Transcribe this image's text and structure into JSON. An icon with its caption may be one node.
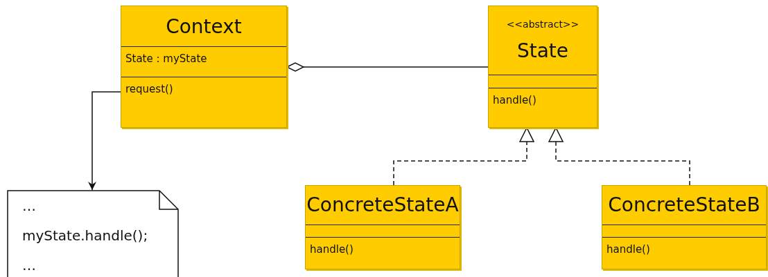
{
  "diagram": {
    "nodes": [
      {
        "text": [
          "Context",
          "State : myState",
          "request()"
        ]
      },
      {
        "text": [
          "<<abstract>>",
          "State",
          "handle()"
        ]
      },
      {
        "text": [
          "ConcreteStateA",
          "handle()"
        ]
      },
      {
        "text": [
          "ConcreteStateB",
          "handle()"
        ]
      },
      {
        "text": [
          "…",
          "myState.handle();",
          "…"
        ]
      }
    ],
    "edges": [
      {
        "from": 0,
        "to": 1,
        "arrow": "other"
      },
      {
        "from": 2,
        "to": 1,
        "arrow": "to",
        "style": "dashed"
      },
      {
        "from": 3,
        "to": 1,
        "arrow": "to",
        "style": "dashed"
      },
      {
        "from": 0,
        "to": 4,
        "arrow": "to"
      }
    ]
  }
}
